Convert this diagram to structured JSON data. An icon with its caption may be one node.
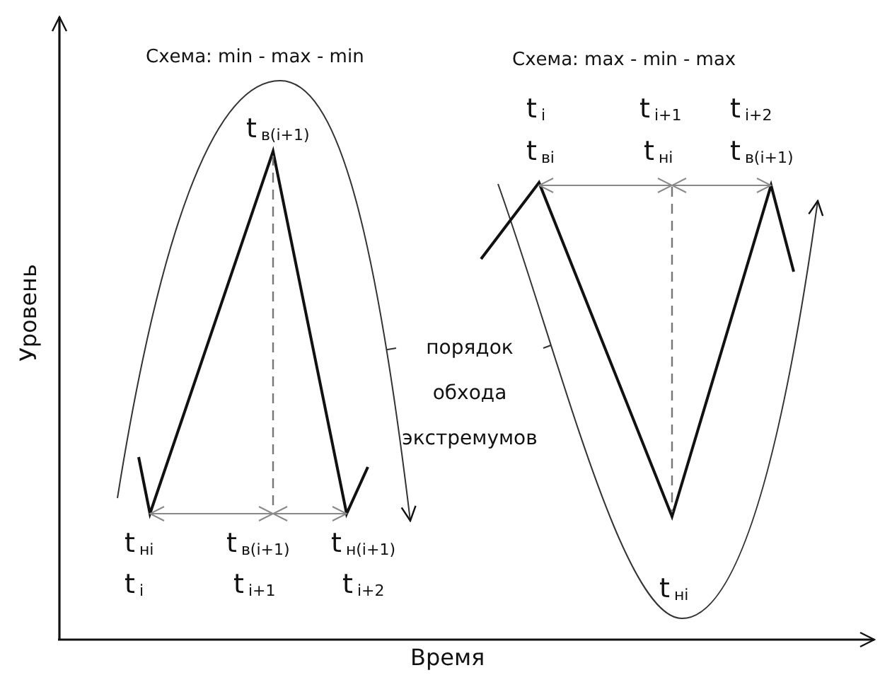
{
  "diagram": {
    "nodes": [
      {
        "text": [
          "порядок обхода экстремумов"
        ]
      },
      {
        "text": [],
        "shape": "curve"
      },
      {
        "text": [],
        "shape": "curve"
      }
    ],
    "edges": [
      {
        "from": 0,
        "to": 1,
        "arrow": "none"
      },
      {
        "from": 0,
        "to": 2,
        "arrow": "none"
      }
    ],
    "labels": [
      "Схема: min - max - min",
      "Схема: max - min - max",
      "t$_{в(i+1)}$",
      "t$_{i}$",
      "t$_{i+1}$",
      "t$_{i+2}$",
      "t$_{вi}$",
      "t$_{нi}$",
      "t$_{в(i+1)}$",
      "Уровень",
      "t$_{нi}$",
      "t$_{i}$",
      "t$_{в(i+1)}$",
      "t$_{i+1}$",
      "t$_{н(i+1)}$",
      "t$_{i+2}$",
      "t$_{нi}$",
      "Время"
    ]
  }
}
